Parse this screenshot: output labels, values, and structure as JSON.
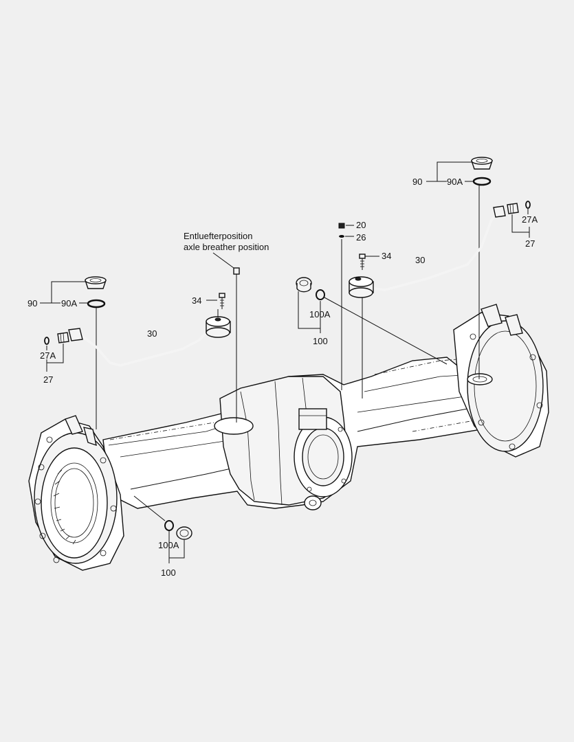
{
  "note": {
    "line1": "Entluefterposition",
    "line2": "axle breather position"
  },
  "callouts": {
    "c20": "20",
    "c26": "26",
    "c34_left": "34",
    "c34_right": "34",
    "c30_left": "30",
    "c30_right": "30",
    "c90_left": "90",
    "c90A_left": "90A",
    "c90_right": "90",
    "c90A_right": "90A",
    "c27A_left": "27A",
    "c27_left": "27",
    "c27A_right": "27A",
    "c27_right": "27",
    "c100A_top": "100A",
    "c100_top": "100",
    "c100A_bottom": "100A",
    "c100_bottom": "100"
  },
  "colors": {
    "background": "#f0f0f0",
    "line": "#111111"
  }
}
